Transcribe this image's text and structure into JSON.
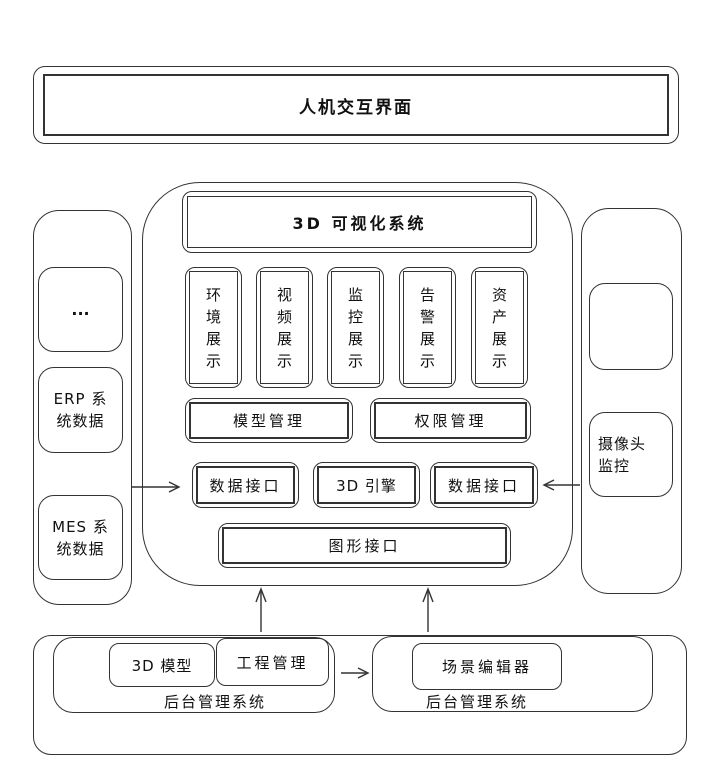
{
  "top_banner": {
    "label": "人机交互界面"
  },
  "viz": {
    "title": "3D 可视化系统",
    "displays": [
      "环境展示",
      "视频展示",
      "监控展示",
      "告警展示",
      "资产展示"
    ],
    "model_mgmt": "模型管理",
    "perm_mgmt": "权限管理",
    "data_if_left": "数据接口",
    "engine": "3D 引擎",
    "data_if_right": "数据接口",
    "graphics_if": "图形接口"
  },
  "left_panel": {
    "item_more": "...",
    "item_erp": "ERP 系\n统数据",
    "item_mes": "MES 系\n统数据"
  },
  "right_panel": {
    "item_camera": "摄像头\n监控"
  },
  "backend_left": {
    "model_3d": "3D 模型",
    "project_mgmt": "工程管理",
    "label": "后台管理系统"
  },
  "backend_right": {
    "scene_editor": "场景编辑器",
    "label": "后台管理系统"
  },
  "colors": {
    "line": "#333333",
    "background": "#ffffff"
  }
}
